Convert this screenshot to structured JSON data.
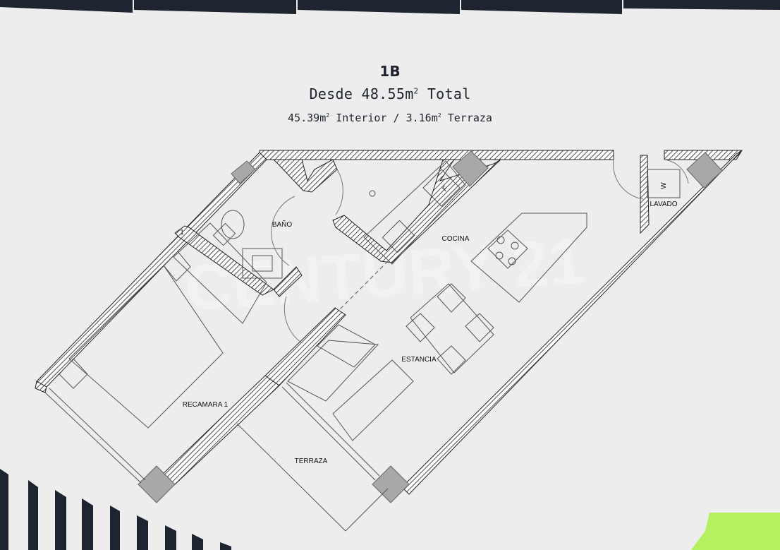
{
  "unit": {
    "title": "1B",
    "total_prefix": "Desde 48.55m",
    "total_suffix": " Total",
    "interior_area": "45.39m",
    "interior_word": " Interior / ",
    "terrace_area": "3.16m",
    "terrace_word": " Terraza",
    "superscript": "2"
  },
  "rooms": {
    "bano": "BAÑO",
    "cocina": "COCINA",
    "lavado": "LAVADO",
    "estancia": "ESTANCIA",
    "recamara": "RECAMARA 1",
    "terraza": "TERRAZA"
  },
  "fixtures": {
    "fridge_mark": "F",
    "washer_mark": "W",
    "wall_tick": "1"
  },
  "watermark": "CENTURY 21",
  "colors": {
    "background": "#ededed",
    "dark_navy": "#1e2430",
    "accent_green": "#b4f060",
    "column_gray": "#a8a8a8"
  }
}
